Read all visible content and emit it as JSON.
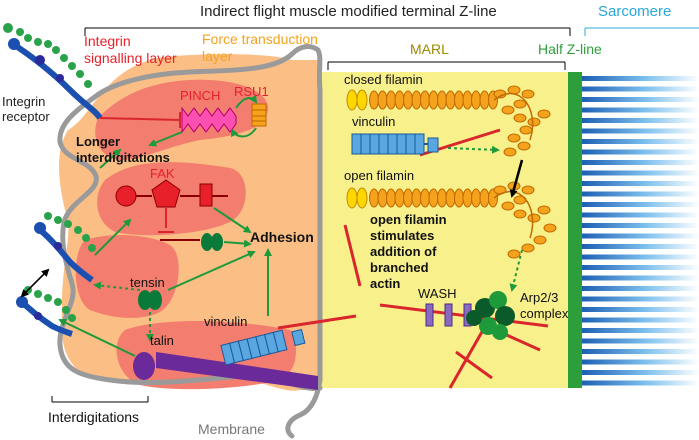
{
  "title": "Indirect flight muscle modified terminal Z-line",
  "sarcomere_label": "Sarcomere",
  "half_zline_label": "Half Z-line",
  "marl_label": "MARL",
  "integrin_signalling_line1": "Integrin",
  "integrin_signalling_line2": "signalling layer",
  "force_transduction_line1": "Force transduction",
  "force_transduction_line2": "layer",
  "integrin_receptor_line1": "Integrin",
  "integrin_receptor_line2": "receptor",
  "pinch_label": "PINCH",
  "rsu1_label": "RSU1",
  "longer_line1": "Longer",
  "longer_line2": "interdigitations",
  "fak_label": "FAK",
  "adhesion_label": "Adhesion",
  "tensin_label": "tensin",
  "talin_label": "talin",
  "vinculin_left_label": "vinculin",
  "interdigitations_label": "Interdigitations",
  "membrane_label": "Membrane",
  "closed_filamin_label": "closed filamin",
  "vinculin_marl_label": "vinculin",
  "open_filamin_label": "open filamin",
  "open_filamin_note_line1": "open filamin",
  "open_filamin_note_line2": "stimulates",
  "open_filamin_note_line3": "addition of",
  "open_filamin_note_line4": "branched",
  "open_filamin_note_line5": "actin",
  "wash_label": "WASH",
  "arp_line1": "Arp2/3",
  "arp_line2": "complex",
  "colors": {
    "integrin_red": "#e8202a",
    "force_orange": "#f5a21c",
    "marl_olive": "#9a8a00",
    "zline_green": "#2e9e3a",
    "sarcomere_cyan": "#2aa8d8",
    "zone_outer": "#fbbf86",
    "zone_inner": "#f37d6e",
    "marl_yellow": "#f8f08a",
    "arrow_green": "#1f9a3a",
    "inhibit_red": "#d9262c"
  }
}
